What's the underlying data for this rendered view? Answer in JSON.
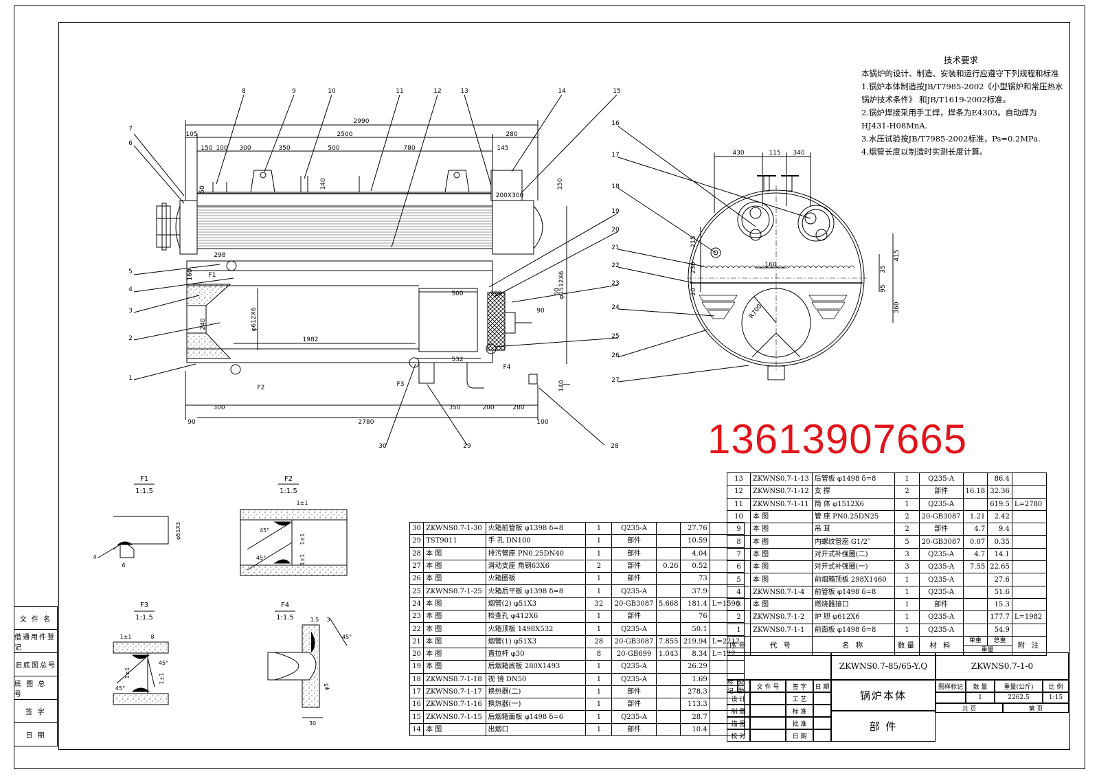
{
  "sheet": {
    "phone": "13613907665",
    "tech_requirements": {
      "title": "技术要求",
      "lines": [
        "本锅炉的设计、制造、安装和运行应遵守下列规程和标准",
        "1.锅炉本体制造按JB/T7985-2002《小型锅炉和常压热水",
        "锅炉技术条件》 和JB/T1619-2002标准。",
        "2.锅炉焊接采用手工焊，焊条为E4303。自动焊为",
        "HJ431-H08MnA.",
        "3.水压试验按JB/T7985-2002标准，Ps=0.2MPa.",
        "4.烟管长度以制造时实测长度计算。"
      ]
    },
    "side_view": {
      "leaders": [
        "1",
        "2",
        "3",
        "4",
        "5",
        "6",
        "7",
        "8",
        "9",
        "10",
        "11",
        "12",
        "13",
        "14",
        "15",
        "28",
        "29",
        "30"
      ],
      "dims": {
        "overall_top": "2990",
        "left_top": "105",
        "mid_top": "2500",
        "right_top": "280",
        "d150": "150",
        "d100": "100",
        "d300": "300",
        "d350": "350",
        "d500": "500",
        "d780": "780",
        "d145": "145",
        "d50": "50",
        "d140": "140",
        "flue": "200X300",
        "d150v": "150",
        "d298": "298",
        "d160": "160",
        "d240": "240",
        "furnace_dia": "φ612X6",
        "d1982": "1982",
        "d500b": "500",
        "d100b": "100",
        "d60": "60",
        "d90": "90",
        "d532": "532",
        "shell_dia": "φ1512X6",
        "d140v": "140",
        "b300": "300",
        "b350": "350",
        "b200": "200",
        "b280": "280",
        "b90": "90",
        "b2780": "2780",
        "b100": "100"
      },
      "callouts": [
        "F1",
        "F2",
        "F3",
        "F4"
      ]
    },
    "end_view": {
      "leaders": [
        "16",
        "17",
        "18",
        "19",
        "20",
        "21",
        "22",
        "23",
        "24",
        "25",
        "26",
        "27"
      ],
      "dims": {
        "d430": "430",
        "d115": "115",
        "d340": "340",
        "d215": "215",
        "d230": "230",
        "d20": "20",
        "d160": "160",
        "d415": "415",
        "d35": "35",
        "d95": "95",
        "d360": "360",
        "r700": "R700"
      }
    },
    "details": [
      {
        "id": "F1",
        "scale": "1:1.5",
        "labels": [
          "φ51X3",
          "4",
          "6"
        ]
      },
      {
        "id": "F2",
        "scale": "1:1.5",
        "labels": [
          "1±1",
          "45°",
          "45°",
          "1±1",
          "1±1"
        ]
      },
      {
        "id": "F3",
        "scale": "1:1.5",
        "labels": [
          "1±1",
          "8",
          "1±1",
          "45°",
          "45°",
          "1±1"
        ]
      },
      {
        "id": "F4",
        "scale": "1:1.5",
        "labels": [
          "1.5",
          "3",
          "45°",
          "φ5",
          "30"
        ]
      }
    ],
    "left_column": [
      "文 件 名",
      "借通用件登记",
      "旧底图总号",
      "底 图 总 号",
      "签 字",
      "日 期"
    ],
    "bom_left": [
      [
        "30",
        "ZKWNS0.7-1-30",
        "火箱前管板 φ1398 δ=8",
        "1",
        "Q235-A",
        "",
        "27.76",
        ""
      ],
      [
        "29",
        "TST9011",
        "手 孔  DN100",
        "1",
        "部件",
        "",
        "10.59",
        ""
      ],
      [
        "28",
        "本 图",
        "排污管座  PN0.25DN40",
        "1",
        "部件",
        "",
        "4.04",
        ""
      ],
      [
        "27",
        "本 图",
        "滑动支座  角钢63X6",
        "2",
        "部件",
        "0.26",
        "0.52",
        ""
      ],
      [
        "26",
        "本 图",
        "火箱圈板",
        "1",
        "部件",
        "",
        "73",
        ""
      ],
      [
        "25",
        "ZKWNS0.7-1-25",
        "火箱后平板 φ1398 δ=8",
        "1",
        "Q235-A",
        "",
        "37.9",
        ""
      ],
      [
        "24",
        "本 图",
        "烟管(2)  φ51X3",
        "32",
        "20-GB3087",
        "5.668",
        "181.4",
        "L=1596"
      ],
      [
        "23",
        "本 图",
        "检查孔  φ412X6",
        "1",
        "部件",
        "",
        "76",
        ""
      ],
      [
        "22",
        "本 图",
        "火箱顶板  1498X532",
        "1",
        "Q235-A",
        "",
        "50.1",
        ""
      ],
      [
        "21",
        "本 图",
        "烟管(1)  φ51X3",
        "28",
        "20-GB3087",
        "7.855",
        "219.94",
        "L=2212"
      ],
      [
        "20",
        "本 图",
        "直拉杆  φ30",
        "8",
        "20-GB699",
        "1.043",
        "8.34",
        "L=122"
      ],
      [
        "19",
        "本 图",
        "后烟箱底板 280X1493",
        "1",
        "Q235-A",
        "",
        "26.29",
        ""
      ],
      [
        "18",
        "ZKWNS0.7-1-18",
        "视 镜  DN50",
        "1",
        "Q235-A",
        "",
        "1.69",
        ""
      ],
      [
        "17",
        "ZKWNS0.7-1-17",
        "换热器(二)",
        "1",
        "部件",
        "",
        "278.3",
        ""
      ],
      [
        "16",
        "ZKWNS0.7-1-16",
        "换热器(一)",
        "1",
        "部件",
        "",
        "113.3",
        ""
      ],
      [
        "15",
        "ZKWNS0.7-1-15",
        "后烟箱面板 φ1498 δ=6",
        "1",
        "Q235-A",
        "",
        "28.7",
        ""
      ],
      [
        "14",
        "本 图",
        "出烟口",
        "1",
        "部件",
        "",
        "10.4",
        ""
      ]
    ],
    "bom_right": [
      [
        "13",
        "ZKWNS0.7-1-13",
        "后管板  φ1498 δ=8",
        "1",
        "Q235-A",
        "",
        "86.4",
        ""
      ],
      [
        "12",
        "ZKWNS0.7-1-12",
        "支 撑",
        "2",
        "部件",
        "16.18",
        "32.36",
        ""
      ],
      [
        "11",
        "ZKWNS0.7-1-11",
        "筒 体  φ1512X6",
        "1",
        "Q235-A",
        "",
        "619.5",
        "L=2780"
      ],
      [
        "10",
        "本 图",
        "管 座  PN0.25DN25",
        "2",
        "20-GB3087",
        "1.21",
        "2.42",
        ""
      ],
      [
        "9",
        "本 图",
        "吊 耳",
        "2",
        "部件",
        "4.7",
        "9.4",
        ""
      ],
      [
        "8",
        "本 图",
        "内螺纹管座 G1/2″",
        "5",
        "20-GB3087",
        "0.07",
        "0.35",
        ""
      ],
      [
        "7",
        "本 图",
        "对开式补强圈(二)",
        "3",
        "Q235-A",
        "4.7",
        "14.1",
        ""
      ],
      [
        "6",
        "本 图",
        "对开式补强圈(一)",
        "3",
        "Q235-A",
        "7.55",
        "22.65",
        ""
      ],
      [
        "5",
        "本 图",
        "前烟箱顶板 298X1460",
        "1",
        "Q235-A",
        "",
        "27.6",
        ""
      ],
      [
        "4",
        "ZKWNS0.7-1-4",
        "前管板  φ1498 δ=8",
        "1",
        "Q235-A",
        "",
        "51.6",
        ""
      ],
      [
        "3",
        "本 图",
        "燃烧器接口",
        "1",
        "部件",
        "",
        "15.3",
        ""
      ],
      [
        "2",
        "ZKWNS0.7-1-2",
        "炉 胆  φ612X6",
        "1",
        "Q235-A",
        "",
        "177.7",
        "L=1982"
      ],
      [
        "1",
        "ZKWNS0.7-1-1",
        "前面板  φ1498 δ=8",
        "1",
        "Q235-A",
        "",
        "54.9",
        ""
      ]
    ],
    "bom_header": {
      "no": "序号",
      "code": "代 号",
      "name": "名 称",
      "qty": "数量",
      "material": "材 料",
      "unit_wt": "单重",
      "total_wt": "总重",
      "weight": "重量",
      "remark": "附 注"
    },
    "title_block": {
      "model": "ZKWNS0.7-85/65-Y.Q",
      "drawing_no": "ZKWNS0.7-1-0",
      "name": "锅炉本体",
      "type": "部 件",
      "cols": [
        "标记",
        "处数",
        "文 件 号",
        "签 字",
        "日 期"
      ],
      "rows_l": [
        "设 计",
        "制 图",
        "描 图",
        "校 对"
      ],
      "rows_m": [
        "工 艺",
        "标 准",
        "批 准",
        "日 期"
      ],
      "info_head": [
        "图样标记",
        "数 量",
        "重量(公斤)",
        "比 例"
      ],
      "info_val": [
        "",
        "1",
        "2262.5",
        "1:15"
      ],
      "sheet_a": "共 页",
      "sheet_b": "第 页"
    }
  }
}
